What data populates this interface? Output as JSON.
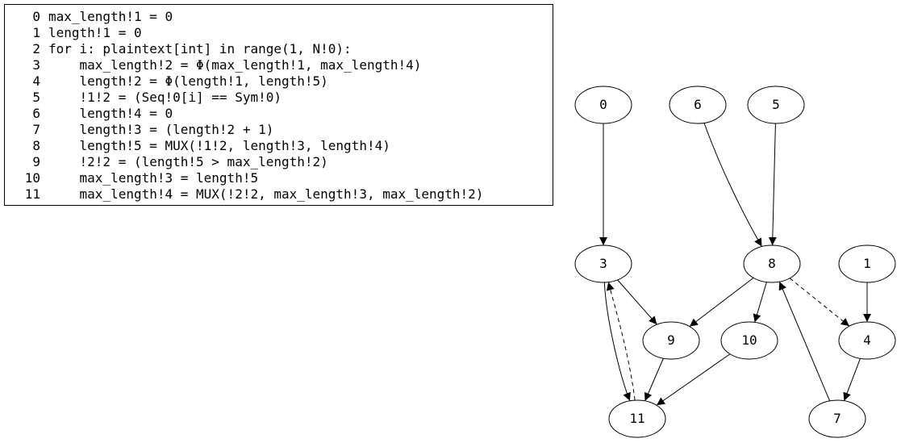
{
  "code": {
    "lines": [
      {
        "num": "0",
        "text": "max_length!1 = 0"
      },
      {
        "num": "1",
        "text": "length!1 = 0"
      },
      {
        "num": "2",
        "text": "for i: plaintext[int] in range(1, N!0):"
      },
      {
        "num": "3",
        "text": "    max_length!2 = Φ(max_length!1, max_length!4)"
      },
      {
        "num": "4",
        "text": "    length!2 = Φ(length!1, length!5)"
      },
      {
        "num": "5",
        "text": "    !1!2 = (Seq!0[i] == Sym!0)"
      },
      {
        "num": "6",
        "text": "    length!4 = 0"
      },
      {
        "num": "7",
        "text": "    length!3 = (length!2 + 1)"
      },
      {
        "num": "8",
        "text": "    length!5 = MUX(!1!2, length!3, length!4)"
      },
      {
        "num": "9",
        "text": "    !2!2 = (length!5 > max_length!2)"
      },
      {
        "num": "10",
        "text": "    max_length!3 = length!5"
      },
      {
        "num": "11",
        "text": "    max_length!4 = MUX(!2!2, max_length!3, max_length!2)"
      }
    ]
  },
  "graph": {
    "nodes": [
      "0",
      "6",
      "5",
      "3",
      "8",
      "1",
      "9",
      "10",
      "4",
      "11",
      "7"
    ],
    "edges": [
      {
        "from": "0",
        "to": "3",
        "style": "solid"
      },
      {
        "from": "6",
        "to": "8",
        "style": "solid"
      },
      {
        "from": "5",
        "to": "8",
        "style": "solid"
      },
      {
        "from": "1",
        "to": "4",
        "style": "solid"
      },
      {
        "from": "3",
        "to": "9",
        "style": "solid"
      },
      {
        "from": "3",
        "to": "11",
        "style": "solid"
      },
      {
        "from": "11",
        "to": "3",
        "style": "dashed"
      },
      {
        "from": "8",
        "to": "9",
        "style": "solid"
      },
      {
        "from": "8",
        "to": "10",
        "style": "solid"
      },
      {
        "from": "8",
        "to": "4",
        "style": "dashed"
      },
      {
        "from": "9",
        "to": "11",
        "style": "solid"
      },
      {
        "from": "10",
        "to": "11",
        "style": "solid"
      },
      {
        "from": "4",
        "to": "7",
        "style": "solid"
      },
      {
        "from": "7",
        "to": "8",
        "style": "solid"
      }
    ]
  }
}
